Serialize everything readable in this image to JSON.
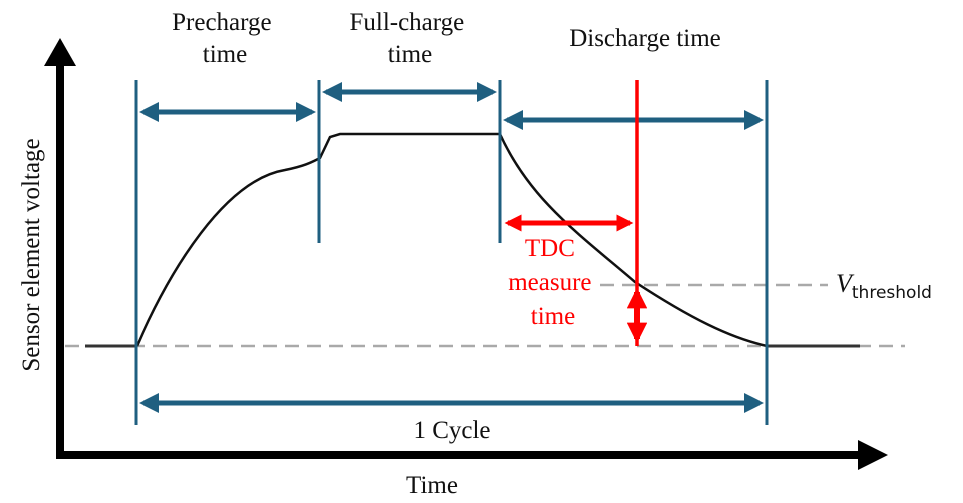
{
  "axes": {
    "x_label": "Time",
    "y_label": "Sensor element voltage"
  },
  "phases": {
    "precharge": [
      "Precharge",
      "time"
    ],
    "full_charge": [
      "Full-charge",
      "time"
    ],
    "discharge": "Discharge time"
  },
  "tdc": [
    "TDC",
    "measure",
    "time"
  ],
  "threshold": {
    "symbol": "V",
    "subscript": "threshold"
  },
  "cycle_label": "1 Cycle",
  "colors": {
    "marker": "#1f5f80",
    "tdc": "#ff0000",
    "curve": "#111111",
    "dashed": "#a9a9a9",
    "axis": "#000000"
  }
}
